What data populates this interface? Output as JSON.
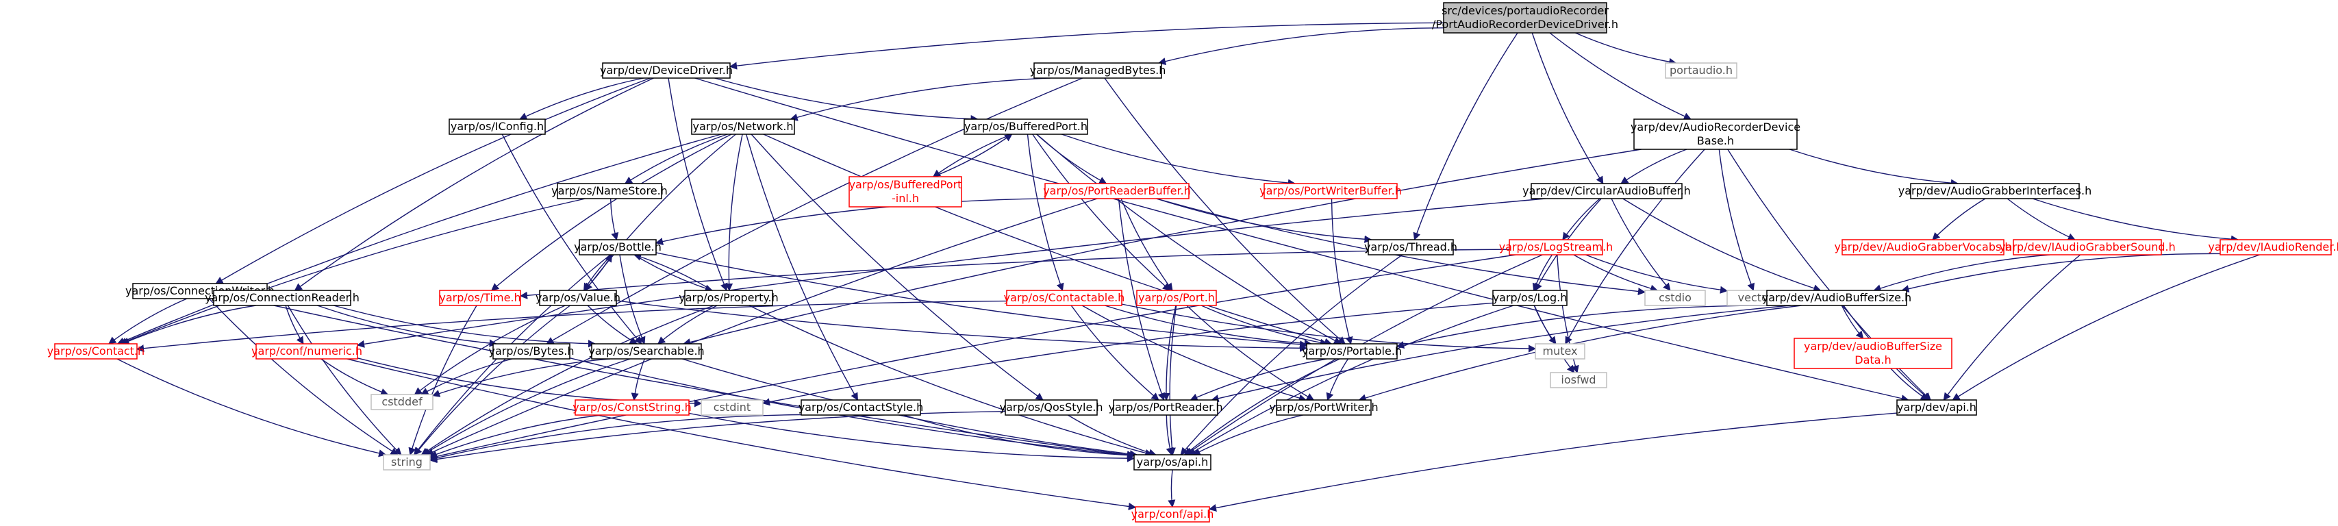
{
  "diagram": {
    "nodes": {
      "root": {
        "lines": [
          "src/devices/portaudioRecorder",
          "/PortAudioRecorderDeviceDriver.h"
        ],
        "style": "root"
      },
      "devdrv": {
        "lines": [
          "yarp/dev/DeviceDriver.h"
        ],
        "style": "normal"
      },
      "mbytes": {
        "lines": [
          "yarp/os/ManagedBytes.h"
        ],
        "style": "normal"
      },
      "portaudio": {
        "lines": [
          "portaudio.h"
        ],
        "style": "external"
      },
      "arbase": {
        "lines": [
          "yarp/dev/AudioRecorderDevice",
          "Base.h"
        ],
        "style": "normal"
      },
      "iconfig": {
        "lines": [
          "yarp/os/IConfig.h"
        ],
        "style": "normal"
      },
      "network": {
        "lines": [
          "yarp/os/Network.h"
        ],
        "style": "normal"
      },
      "bport": {
        "lines": [
          "yarp/os/BufferedPort.h"
        ],
        "style": "normal"
      },
      "bportinl": {
        "lines": [
          "yarp/os/BufferedPort",
          "-inl.h"
        ],
        "style": "red"
      },
      "prbuf": {
        "lines": [
          "yarp/os/PortReaderBuffer.h"
        ],
        "style": "red"
      },
      "pwbuf": {
        "lines": [
          "yarp/os/PortWriterBuffer.h"
        ],
        "style": "red"
      },
      "nstore": {
        "lines": [
          "yarp/os/NameStore.h"
        ],
        "style": "normal"
      },
      "cab": {
        "lines": [
          "yarp/dev/CircularAudioBuffer.h"
        ],
        "style": "normal"
      },
      "agi": {
        "lines": [
          "yarp/dev/AudioGrabberInterfaces.h"
        ],
        "style": "normal"
      },
      "bottle": {
        "lines": [
          "yarp/os/Bottle.h"
        ],
        "style": "normal"
      },
      "thread": {
        "lines": [
          "yarp/os/Thread.h"
        ],
        "style": "normal"
      },
      "logstream": {
        "lines": [
          "yarp/os/LogStream.h"
        ],
        "style": "red"
      },
      "agv": {
        "lines": [
          "yarp/dev/AudioGrabberVocabs.h"
        ],
        "style": "red"
      },
      "iags": {
        "lines": [
          "yarp/dev/IAudioGrabberSound.h"
        ],
        "style": "red"
      },
      "iar": {
        "lines": [
          "yarp/dev/IAudioRender.h"
        ],
        "style": "red"
      },
      "cwriter": {
        "lines": [
          "yarp/os/ConnectionWriter.h"
        ],
        "style": "normal"
      },
      "creader": {
        "lines": [
          "yarp/os/ConnectionReader.h"
        ],
        "style": "normal"
      },
      "time": {
        "lines": [
          "yarp/os/Time.h"
        ],
        "style": "red"
      },
      "value": {
        "lines": [
          "yarp/os/Value.h"
        ],
        "style": "normal"
      },
      "property": {
        "lines": [
          "yarp/os/Property.h"
        ],
        "style": "normal"
      },
      "contactable": {
        "lines": [
          "yarp/os/Contactable.h"
        ],
        "style": "red"
      },
      "port": {
        "lines": [
          "yarp/os/Port.h"
        ],
        "style": "red"
      },
      "log": {
        "lines": [
          "yarp/os/Log.h"
        ],
        "style": "normal"
      },
      "cstdio": {
        "lines": [
          "cstdio"
        ],
        "style": "external"
      },
      "vector": {
        "lines": [
          "vector"
        ],
        "style": "external"
      },
      "abs": {
        "lines": [
          "yarp/dev/AudioBufferSize.h"
        ],
        "style": "normal"
      },
      "contact": {
        "lines": [
          "yarp/os/Contact.h"
        ],
        "style": "red"
      },
      "numeric": {
        "lines": [
          "yarp/conf/numeric.h"
        ],
        "style": "red"
      },
      "bytes": {
        "lines": [
          "yarp/os/Bytes.h"
        ],
        "style": "normal"
      },
      "searchable": {
        "lines": [
          "yarp/os/Searchable.h"
        ],
        "style": "normal"
      },
      "portable": {
        "lines": [
          "yarp/os/Portable.h"
        ],
        "style": "normal"
      },
      "mutex": {
        "lines": [
          "mutex"
        ],
        "style": "external"
      },
      "iosfwd": {
        "lines": [
          "iosfwd"
        ],
        "style": "external"
      },
      "absdata": {
        "lines": [
          "yarp/dev/audioBufferSize",
          "Data.h"
        ],
        "style": "red"
      },
      "cstddef": {
        "lines": [
          "cstddef"
        ],
        "style": "external"
      },
      "cstdint": {
        "lines": [
          "cstdint"
        ],
        "style": "external"
      },
      "conststr": {
        "lines": [
          "yarp/os/ConstString.h"
        ],
        "style": "red"
      },
      "cstyle": {
        "lines": [
          "yarp/os/ContactStyle.h"
        ],
        "style": "normal"
      },
      "qos": {
        "lines": [
          "yarp/os/QosStyle.h"
        ],
        "style": "normal"
      },
      "preader": {
        "lines": [
          "yarp/os/PortReader.h"
        ],
        "style": "normal"
      },
      "pwriter": {
        "lines": [
          "yarp/os/PortWriter.h"
        ],
        "style": "normal"
      },
      "devapi": {
        "lines": [
          "yarp/dev/api.h"
        ],
        "style": "normal"
      },
      "string": {
        "lines": [
          "string"
        ],
        "style": "external"
      },
      "osapi": {
        "lines": [
          "yarp/os/api.h"
        ],
        "style": "normal"
      },
      "confapi": {
        "lines": [
          "yarp/conf/api.h"
        ],
        "style": "red"
      }
    },
    "edges": [
      [
        "root",
        "devdrv"
      ],
      [
        "root",
        "mbytes"
      ],
      [
        "root",
        "portaudio"
      ],
      [
        "root",
        "arbase"
      ],
      [
        "root",
        "thread"
      ],
      [
        "root",
        "cab"
      ],
      [
        "devdrv",
        "iconfig"
      ],
      [
        "devdrv",
        "bport"
      ],
      [
        "devdrv",
        "property"
      ],
      [
        "devdrv",
        "cwriter"
      ],
      [
        "devdrv",
        "creader"
      ],
      [
        "devdrv",
        "devapi"
      ],
      [
        "mbytes",
        "network"
      ],
      [
        "mbytes",
        "bytes"
      ],
      [
        "mbytes",
        "portable"
      ],
      [
        "arbase",
        "cab"
      ],
      [
        "arbase",
        "agi"
      ],
      [
        "arbase",
        "devapi"
      ],
      [
        "arbase",
        "searchable"
      ],
      [
        "arbase",
        "vector"
      ],
      [
        "arbase",
        "mutex"
      ],
      [
        "iconfig",
        "searchable"
      ],
      [
        "network",
        "nstore"
      ],
      [
        "network",
        "time"
      ],
      [
        "network",
        "value"
      ],
      [
        "network",
        "property"
      ],
      [
        "network",
        "contact"
      ],
      [
        "network",
        "cstyle"
      ],
      [
        "network",
        "qos"
      ],
      [
        "network",
        "portable"
      ],
      [
        "bport",
        "bportinl"
      ],
      [
        "bport",
        "prbuf"
      ],
      [
        "bport",
        "pwbuf"
      ],
      [
        "bport",
        "contactable"
      ],
      [
        "bport",
        "port"
      ],
      [
        "bport",
        "portable"
      ],
      [
        "bportinl",
        "bport"
      ],
      [
        "prbuf",
        "bottle"
      ],
      [
        "prbuf",
        "thread"
      ],
      [
        "prbuf",
        "port"
      ],
      [
        "prbuf",
        "preader"
      ],
      [
        "prbuf",
        "cstdio"
      ],
      [
        "prbuf",
        "string"
      ],
      [
        "pwbuf",
        "portable"
      ],
      [
        "nstore",
        "bottle"
      ],
      [
        "nstore",
        "contact"
      ],
      [
        "cab",
        "logstream"
      ],
      [
        "cab",
        "log"
      ],
      [
        "cab",
        "cstdio"
      ],
      [
        "cab",
        "abs"
      ],
      [
        "cab",
        "numeric"
      ],
      [
        "agi",
        "agv"
      ],
      [
        "agi",
        "iags"
      ],
      [
        "agi",
        "iar"
      ],
      [
        "bottle",
        "value"
      ],
      [
        "bottle",
        "property"
      ],
      [
        "bottle",
        "searchable"
      ],
      [
        "bottle",
        "portable"
      ],
      [
        "bottle",
        "string"
      ],
      [
        "thread",
        "osapi"
      ],
      [
        "logstream",
        "log"
      ],
      [
        "logstream",
        "cstdio"
      ],
      [
        "logstream",
        "vector"
      ],
      [
        "logstream",
        "iosfwd"
      ],
      [
        "logstream",
        "time"
      ],
      [
        "logstream",
        "string"
      ],
      [
        "logstream",
        "osapi"
      ],
      [
        "iags",
        "abs"
      ],
      [
        "iags",
        "devapi"
      ],
      [
        "iar",
        "abs"
      ],
      [
        "iar",
        "devapi"
      ],
      [
        "cwriter",
        "contact"
      ],
      [
        "cwriter",
        "string"
      ],
      [
        "cwriter",
        "osapi"
      ],
      [
        "creader",
        "contact"
      ],
      [
        "creader",
        "bytes"
      ],
      [
        "creader",
        "searchable"
      ],
      [
        "creader",
        "numeric"
      ],
      [
        "creader",
        "string"
      ],
      [
        "time",
        "string"
      ],
      [
        "value",
        "bottle"
      ],
      [
        "value",
        "searchable"
      ],
      [
        "value",
        "string"
      ],
      [
        "value",
        "cstddef"
      ],
      [
        "value",
        "portable"
      ],
      [
        "property",
        "bottle"
      ],
      [
        "property",
        "searchable"
      ],
      [
        "property",
        "string"
      ],
      [
        "property",
        "osapi"
      ],
      [
        "contactable",
        "contact"
      ],
      [
        "contactable",
        "portable"
      ],
      [
        "contactable",
        "preader"
      ],
      [
        "contactable",
        "pwriter"
      ],
      [
        "contactable",
        "mutex"
      ],
      [
        "port",
        "portable"
      ],
      [
        "port",
        "preader"
      ],
      [
        "port",
        "pwriter"
      ],
      [
        "port",
        "osapi"
      ],
      [
        "log",
        "iosfwd"
      ],
      [
        "log",
        "mutex"
      ],
      [
        "log",
        "cstdint"
      ],
      [
        "log",
        "osapi"
      ],
      [
        "abs",
        "absdata"
      ],
      [
        "abs",
        "portable"
      ],
      [
        "abs",
        "devapi"
      ],
      [
        "abs",
        "preader"
      ],
      [
        "abs",
        "pwriter"
      ],
      [
        "contact",
        "string"
      ],
      [
        "numeric",
        "cstddef"
      ],
      [
        "numeric",
        "cstdint"
      ],
      [
        "numeric",
        "confapi"
      ],
      [
        "bytes",
        "cstddef"
      ],
      [
        "bytes",
        "osapi"
      ],
      [
        "searchable",
        "conststr"
      ],
      [
        "searchable",
        "cstddef"
      ],
      [
        "searchable",
        "string"
      ],
      [
        "searchable",
        "osapi"
      ],
      [
        "portable",
        "preader"
      ],
      [
        "portable",
        "pwriter"
      ],
      [
        "portable",
        "osapi"
      ],
      [
        "absdata",
        "devapi"
      ],
      [
        "conststr",
        "osapi"
      ],
      [
        "conststr",
        "string"
      ],
      [
        "cstyle",
        "osapi"
      ],
      [
        "cstyle",
        "string"
      ],
      [
        "qos",
        "osapi"
      ],
      [
        "qos",
        "string"
      ],
      [
        "preader",
        "osapi"
      ],
      [
        "pwriter",
        "osapi"
      ],
      [
        "devapi",
        "confapi"
      ],
      [
        "osapi",
        "confapi"
      ]
    ]
  }
}
